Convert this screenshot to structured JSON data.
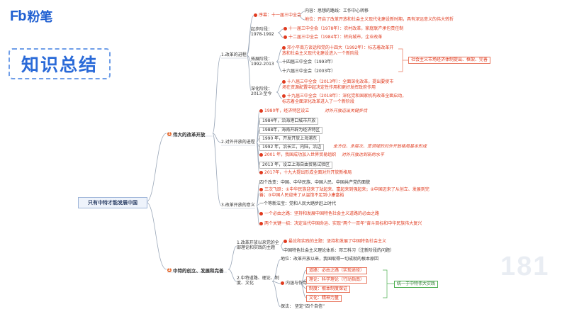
{
  "brand": {
    "fb": "Fb",
    "name": "粉笔"
  },
  "title": "知识总结",
  "watermark": "181",
  "root": "只有中特才能发展中国",
  "b1": {
    "label": "伟大的改革开放",
    "s1": {
      "label": "1.改革的进程",
      "prelude": "序幕：十一届三中全会",
      "prelude_content": "内容：思想的路线：工作中心转移",
      "prelude_status": "地位：开启了改革开放和社会主义现代化建设新时期，具有深远意义的伟大转折",
      "p1_label": [
        "起步阶段：",
        "1978-1992"
      ],
      "p1_items": [
        "十一届三中全会（1978年）：农村改革，家庭联产承包责任制",
        "十二届三中全会（1984年）：转向城市，企业改革"
      ],
      "p2_label": [
        "拓展阶段：",
        "1992-2013"
      ],
      "p2_items": [
        "邓小平南方谈话和党的十四大（1992年）：标志着改革开放和社会主义现代化建设进入一个新阶段",
        "十四届三中全会（1993年）",
        "十六届三中全会（2003年）"
      ],
      "p2_note": "社会主义市场经济体制提出、框架、完善",
      "p3_label": [
        "深化阶段：",
        "2013-至今"
      ],
      "p3_items": [
        "十八届三中全会（2013年）：全面深化改革，提出要使市场在资源配置中起决定性作用和更好发挥政府作用",
        "十九届三中全会（2018年）：深化党和国家机构改革全面启动，标志着全面深化改革进入了一个新阶段"
      ]
    },
    "s2": {
      "label": "2.对外开放的进程",
      "items": [
        "1980年，经济特区设立",
        "1984年，沿海港口城市开放",
        "1988年，海南开辟为经济特区",
        "1990 年，开发开放上海浦东",
        "1992 年，沿长江，内陆，沿边",
        "2001 年，我国成功加入世界贸易组织",
        "2013 年，设立上海自由贸易试验区",
        "2017年，十九大提出形成全面对外开放新格局"
      ],
      "note1": "对外开放迈出关键步伐",
      "note2": "全方位、多层次、宽领域的对外开放格局基本形成",
      "note3": "对外开放达到新的水平"
    },
    "s3": {
      "label": "3.改革开放的意义",
      "items": [
        "四个改变：中国、中华民族、中国人民、中国共产党的面貌",
        "三次飞跃：①中华民族迎来了站起来、富起来到强起来；②中国迈来了从创立、发展到完善；③中国人民迎来了从温饱不足到小康富裕",
        "一个等新法宝：党和人民大踏步赶上时代",
        "一个必由之路：坚持和发展中国特色社会主义道路的必由之路",
        "两个关键一招：决定当代中国命运、实现“两个一百年”奋斗目标和中华民族伟大复兴"
      ]
    }
  },
  "b2": {
    "label": "中特的创立、发展和完善",
    "s1": {
      "label": [
        "1.改革开放以来党的全",
        "部理论和实践的主题"
      ],
      "items": [
        "最论和实践的主题：坚持和发展了中国特色社会主义",
        "中国特色社会主义理论体系：邓三科习（注新阶段的问题）"
      ]
    },
    "s2": {
      "label": [
        "2.中特道路、理论、制",
        "度、文化"
      ],
      "status": "地位：改革开放以来，我国取得一切成就的根本原因",
      "content_label": "内涵与作用",
      "content_items": [
        "道路：必由之路（实现途径）",
        "理论：科学理论（行动指南）",
        "制度：根本制度保证",
        "文化：精神力量"
      ],
      "content_note": "统一于中特伟大实践",
      "relation": "保法：   坚定“四个自信”"
    }
  }
}
